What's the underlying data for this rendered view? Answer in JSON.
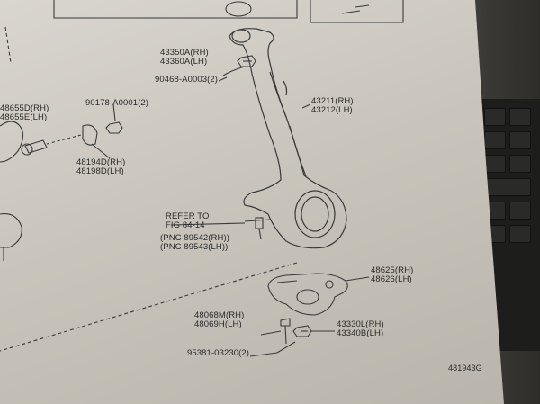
{
  "labels": {
    "p43350": "43350A(RH)",
    "p43360": "43360A(LH)",
    "p90468": "90468-A0003(2)",
    "p43211": "43211(RH)",
    "p43212": "43212(LH)",
    "p48655d": "48655D(RH)",
    "p48655e": "48655E(LH)",
    "p90178": "90178-A0001(2)",
    "p48194": "48194D(RH)",
    "p48198": "48198D(LH)",
    "refer1": "REFER TO",
    "refer2": "FIG 84-14",
    "pnc1": "(PNC 89542(RH))",
    "pnc2": "(PNC 89543(LH))",
    "p48625": "48625(RH)",
    "p48626": "48626(LH)",
    "p48068": "48068M(RH)",
    "p48069": "48069H(LH)",
    "p43330": "43330L(RH)",
    "p43340": "43340B(LH)",
    "p95381": "95381-03230(2)",
    "figno": "481943G"
  }
}
